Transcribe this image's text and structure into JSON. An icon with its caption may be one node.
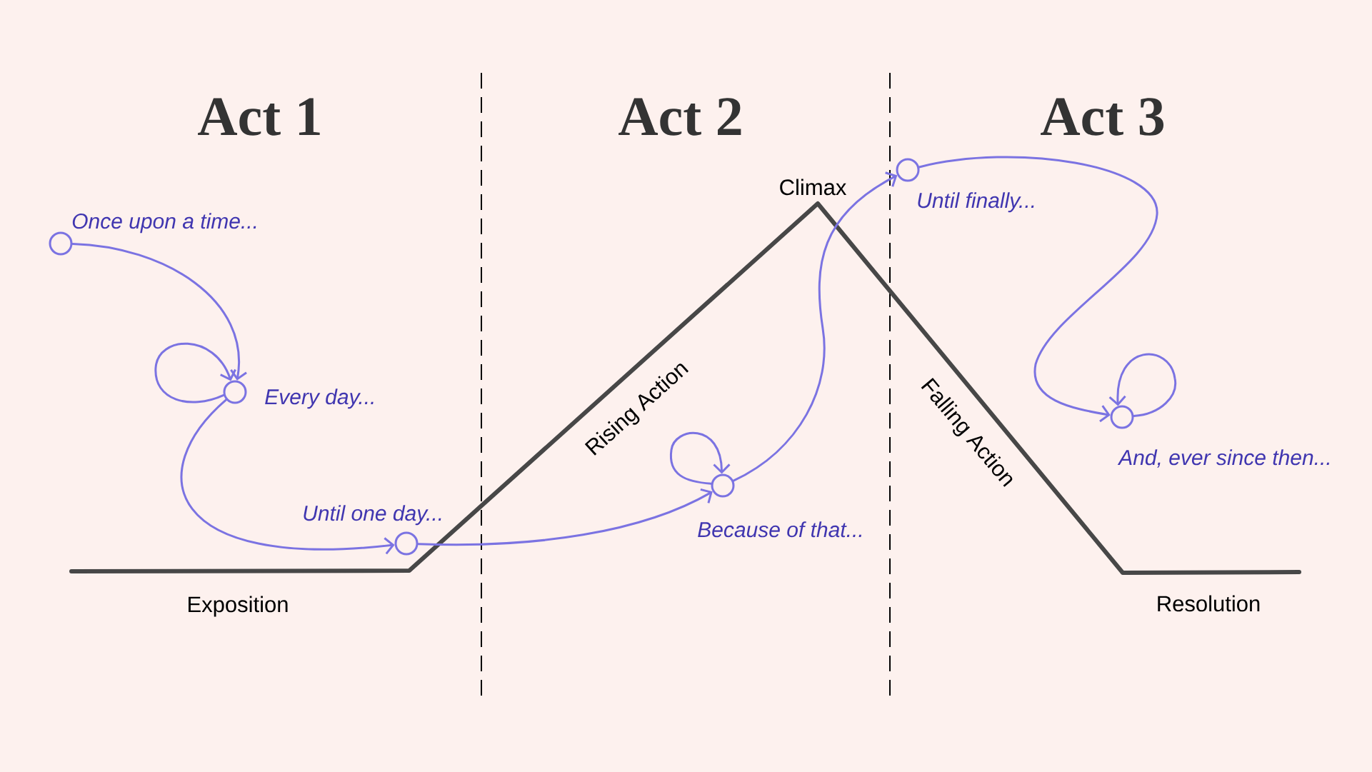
{
  "diagram": {
    "nodes": [
      {
        "text": [],
        "shape": "circle",
        "beside": [
          "Once upon a time..."
        ]
      },
      {
        "text": [],
        "shape": "circle",
        "beside": [
          "Every day..."
        ]
      },
      {
        "text": [],
        "shape": "circle",
        "beside": [
          "Until one day..."
        ]
      },
      {
        "text": [],
        "shape": "circle",
        "beside": [
          "Because of that..."
        ]
      },
      {
        "text": [],
        "shape": "circle",
        "beside": [
          "Until finally..."
        ]
      },
      {
        "text": [],
        "shape": "circle",
        "beside": [
          "And, ever since then..."
        ]
      }
    ],
    "edges": [
      {
        "from": 0,
        "to": 1,
        "arrow": "to"
      },
      {
        "from": 1,
        "to": 1,
        "arrow": "to"
      },
      {
        "from": 1,
        "to": 2,
        "arrow": "to"
      },
      {
        "from": 2,
        "to": 3,
        "arrow": "to"
      },
      {
        "from": 3,
        "to": 3,
        "arrow": "to"
      },
      {
        "from": 3,
        "to": 4,
        "arrow": "to"
      },
      {
        "from": 4,
        "to": 5,
        "arrow": "to"
      },
      {
        "from": 5,
        "to": 5,
        "arrow": "to"
      }
    ],
    "labels": [
      "Act 1",
      "Act 2",
      "Act 3",
      "Climax",
      "Rising Action",
      "Falling Action",
      "Exposition",
      "Resolution"
    ]
  }
}
